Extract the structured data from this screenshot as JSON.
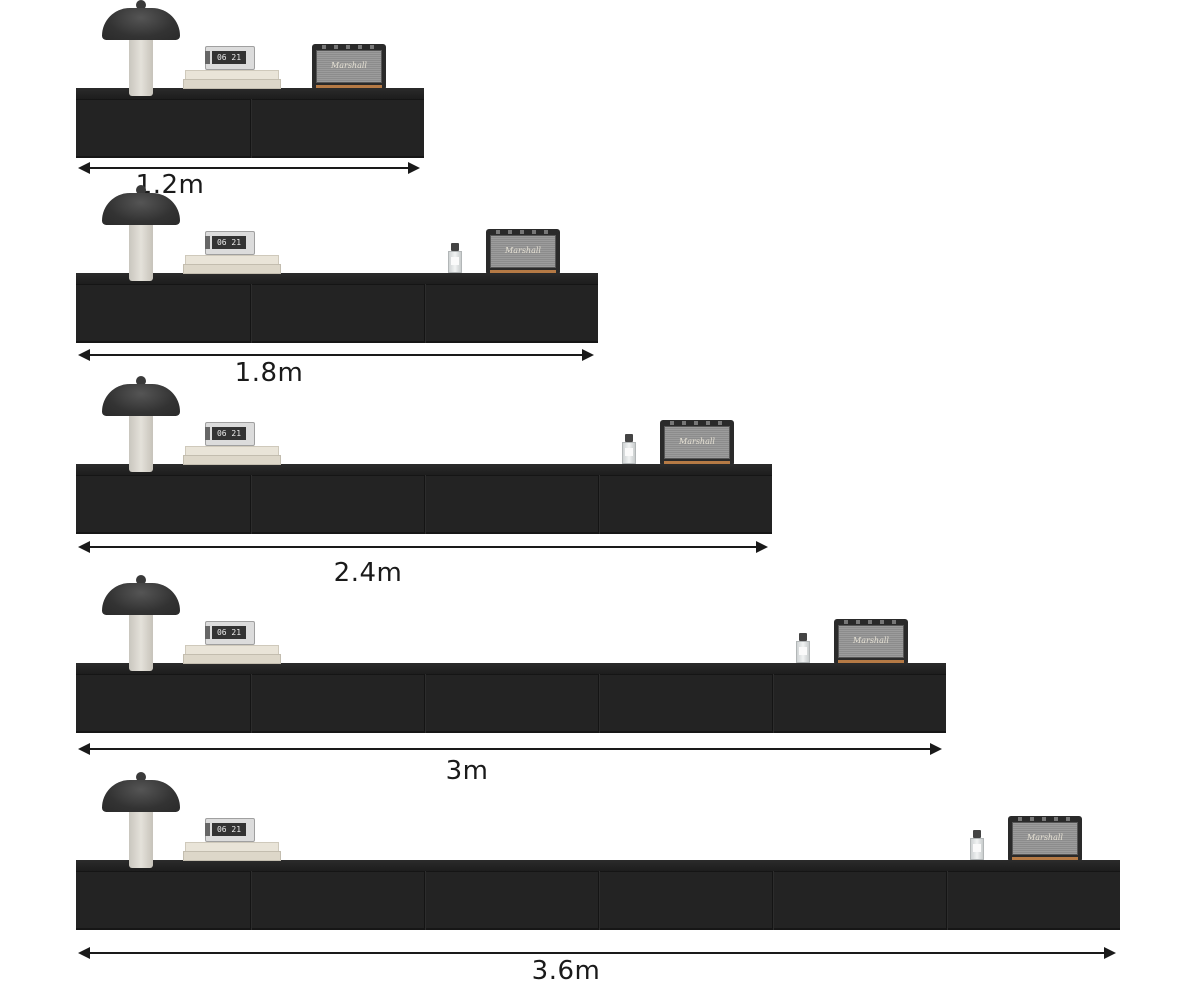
{
  "variants": [
    {
      "label": "1.2m",
      "modules": 2,
      "has_bottle": false
    },
    {
      "label": "1.8m",
      "modules": 3,
      "has_bottle": true
    },
    {
      "label": "2.4m",
      "modules": 4,
      "has_bottle": true
    },
    {
      "label": "3m",
      "modules": 5,
      "has_bottle": true
    },
    {
      "label": "3.6m",
      "modules": 6,
      "has_bottle": true
    }
  ],
  "props": {
    "clock_face": "06 21",
    "speaker_brand": "Marshall"
  },
  "colors": {
    "cabinet": "#232323",
    "background": "#ffffff",
    "measure_line": "#1a1a1a"
  }
}
